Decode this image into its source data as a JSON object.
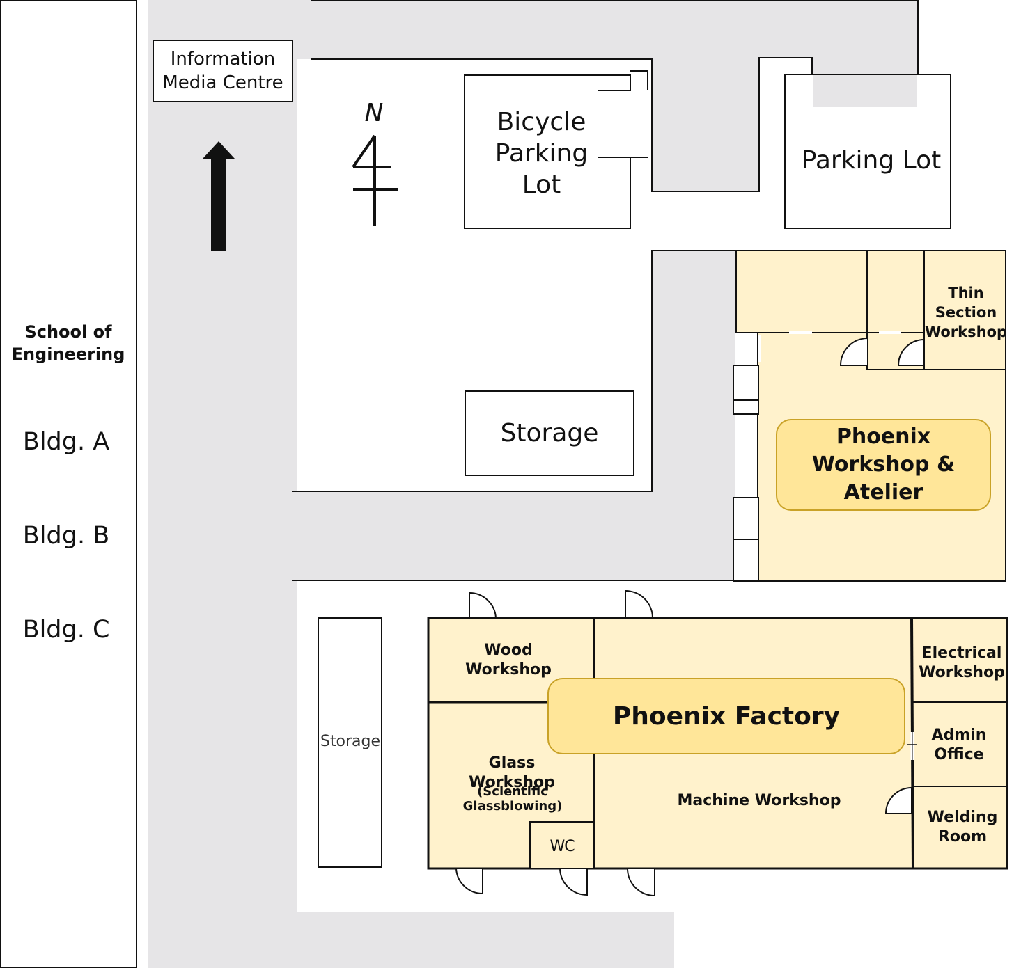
{
  "map": {
    "compass_letter": "N",
    "buildings": {
      "school_title": "School of\nEngineering",
      "bldg_a": "Bldg. A",
      "bldg_b": "Bldg. B",
      "bldg_c": "Bldg. C"
    },
    "info_media_centre": "Information\nMedia Centre",
    "bicycle_parking": "Bicycle\nParking\nLot",
    "parking_lot": "Parking Lot",
    "storage_top": "Storage",
    "storage_bottom": "Storage",
    "workshop_atelier": {
      "thin_section": "Thin\nSection\nWorkshop",
      "label": "Phoenix\nWorkshop &\nAtelier"
    },
    "factory": {
      "label": "Phoenix Factory",
      "wood": "Wood\nWorkshop",
      "glass": "Glass\nWorkshop",
      "glass_sub": "(Scientific Glassblowing)",
      "wc": "WC",
      "machine": "Machine Workshop",
      "electrical": "Electrical\nWorkshop",
      "admin": "Admin\nOffice",
      "welding": "Welding\nRoom"
    },
    "colors": {
      "road": "#e6e5e7",
      "room_fill": "#fff2cc",
      "highlight_fill": "#ffe699",
      "highlight_border": "#c9a227"
    }
  }
}
